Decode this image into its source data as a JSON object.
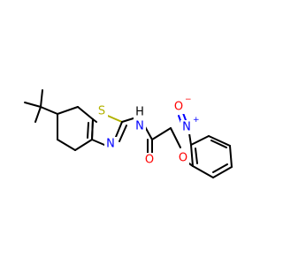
{
  "molecule": {
    "atoms": {
      "S": "S",
      "N_ring": "N",
      "N_amide": "N",
      "H_amide": "H",
      "O_carbonyl": "O",
      "O_ether": "O",
      "N_nitro": "N",
      "N_nitro_charge": "+",
      "O_nitro": "O",
      "O_nitro_charge": "−"
    },
    "colors": {
      "carbon_bond": "#000000",
      "nitrogen": "#0000ff",
      "oxygen": "#ff0000",
      "sulfur": "#b2b200"
    }
  }
}
